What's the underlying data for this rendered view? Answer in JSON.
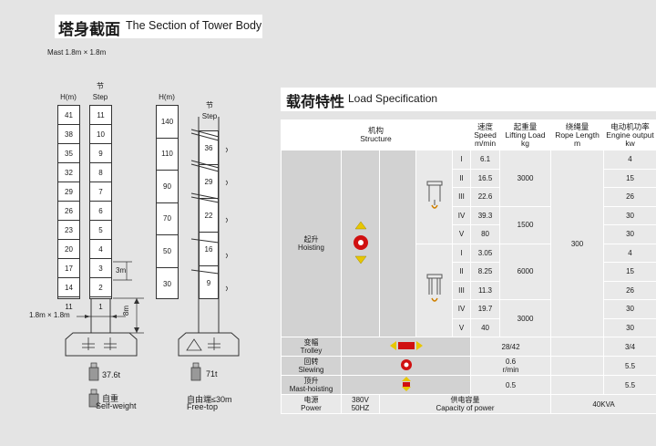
{
  "section_title": {
    "cn": "塔身截面",
    "en": "The Section of Tower Body"
  },
  "mast_caption": "Mast 1.8m × 1.8m",
  "left_tower": {
    "h_label": "H(m)",
    "step_label_cn": "节",
    "step_label_en": "Step",
    "heights": [
      "41",
      "38",
      "35",
      "32",
      "29",
      "26",
      "23",
      "20",
      "17",
      "14",
      "11"
    ],
    "steps": [
      "11",
      "10",
      "9",
      "8",
      "7",
      "6",
      "5",
      "4",
      "3",
      "2",
      "1"
    ],
    "dim_3m": "3m",
    "dim_8m": "8m",
    "mast_size": "1.8m × 1.8m",
    "weight_value": "37.6t",
    "weight_cn": "自重",
    "weight_en": "Self-weight"
  },
  "right_tower": {
    "h_label": "H(m)",
    "step_label_cn": "节",
    "step_label_en": "Step",
    "heights": [
      "140",
      "110",
      "90",
      "70",
      "50",
      "30"
    ],
    "steps": [
      "36",
      "29",
      "22",
      "16",
      "9"
    ],
    "weight_value": "71t",
    "free_cn": "自由端≤30m",
    "free_en": "Free-top"
  },
  "spec_title": {
    "cn": "载荷特性",
    "en": "Load Specification"
  },
  "spec_table": {
    "headers": {
      "structure_cn": "机构",
      "structure_en": "Structure",
      "speed_cn": "速度",
      "speed_en": "Speed",
      "speed_unit": "m/min",
      "load_cn": "起重量",
      "load_en": "Lifting Load",
      "load_unit": "kg",
      "rope_cn": "绕绳量",
      "rope_en": "Rope Length",
      "rope_unit": "m",
      "power_cn": "电动机功率",
      "power_en": "Engine output",
      "power_unit": "kw"
    },
    "hoisting": {
      "cn": "起升",
      "en": "Hoisting",
      "gears1": [
        {
          "gear": "I",
          "speed": "6.1",
          "power": "4"
        },
        {
          "gear": "II",
          "speed": "16.5",
          "power": "15"
        },
        {
          "gear": "III",
          "speed": "22.6",
          "power": "26"
        },
        {
          "gear": "IV",
          "speed": "39.3",
          "power": "30"
        },
        {
          "gear": "V",
          "speed": "80",
          "power": "30"
        }
      ],
      "gears2": [
        {
          "gear": "I",
          "speed": "3.05",
          "power": "4"
        },
        {
          "gear": "II",
          "speed": "8.25",
          "power": "15"
        },
        {
          "gear": "III",
          "speed": "11.3",
          "power": "26"
        },
        {
          "gear": "IV",
          "speed": "19.7",
          "power": "30"
        },
        {
          "gear": "V",
          "speed": "40",
          "power": "30"
        }
      ],
      "load_a": "3000",
      "load_b": "1500",
      "load_c": "6000",
      "load_d": "3000",
      "rope": "300"
    },
    "trolley": {
      "cn": "变幅",
      "en": "Trolley",
      "speed": "28/42",
      "power": "3/4"
    },
    "slewing": {
      "cn": "回转",
      "en": "Slewing",
      "speed": "0.6",
      "speed_unit": "r/min",
      "power": "5.5"
    },
    "mast_hoisting": {
      "cn": "顶升",
      "en": "Mast-hoisting",
      "speed": "0.5",
      "power": "5.5"
    },
    "power_supply": {
      "cn": "电源",
      "en": "Power",
      "volt": "380V",
      "freq": "50HZ",
      "cap_cn": "供电容量",
      "cap_en": "Capacity of power",
      "cap_value": "40KVA"
    }
  }
}
